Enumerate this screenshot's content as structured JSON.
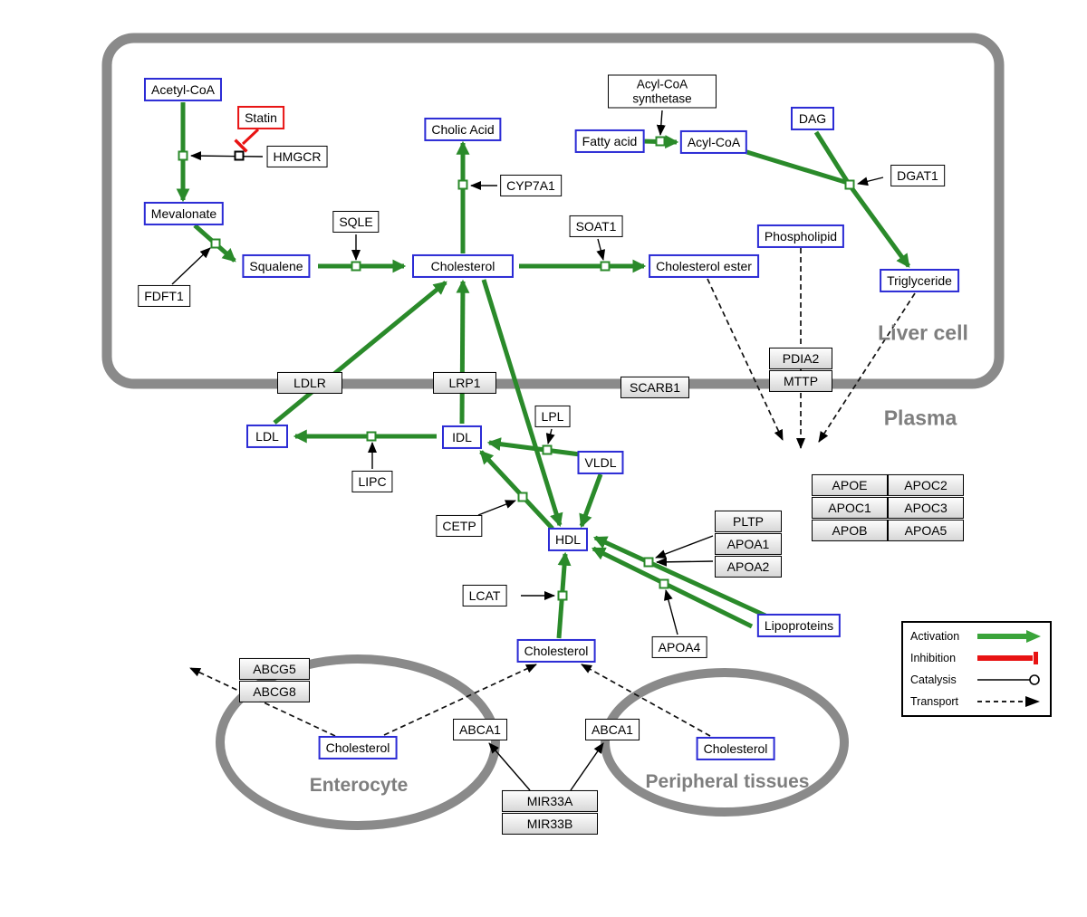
{
  "regions": {
    "liver": "Liver cell",
    "plasma": "Plasma",
    "enterocyte": "Enterocyte",
    "peripheral": "Peripheral tissues"
  },
  "nodes": {
    "acetyl_coa": "Acetyl-CoA",
    "statin": "Statin",
    "hmgcr": "HMGCR",
    "mevalonate": "Mevalonate",
    "fdft1": "FDFT1",
    "squalene": "Squalene",
    "sqle": "SQLE",
    "cholesterol_liver": "Cholesterol",
    "cholic_acid": "Cholic Acid",
    "cyp7a1": "CYP7A1",
    "soat1": "SOAT1",
    "cholesterol_ester": "Cholesterol ester",
    "acyl_coa_synthetase": "Acyl-CoA synthetase",
    "fatty_acid": "Fatty acid",
    "acyl_coa": "Acyl-CoA",
    "dag": "DAG",
    "dgat1": "DGAT1",
    "phospholipid": "Phospholipid",
    "triglyceride": "Triglyceride",
    "ldlr": "LDLR",
    "lrp1": "LRP1",
    "scarb1": "SCARB1",
    "pdia2": "PDIA2",
    "mttp": "MTTP",
    "ldl": "LDL",
    "lipc": "LIPC",
    "idl": "IDL",
    "lpl": "LPL",
    "vldl": "VLDL",
    "cetp": "CETP",
    "hdl": "HDL",
    "lcat": "LCAT",
    "pltp": "PLTP",
    "apoa1": "APOA1",
    "apoa2": "APOA2",
    "apoa4": "APOA4",
    "lipoproteins": "Lipoproteins",
    "cholesterol_plasma": "Cholesterol",
    "apoe": "APOE",
    "apoc2": "APOC2",
    "apoc1": "APOC1",
    "apoc3": "APOC3",
    "apob": "APOB",
    "apoa5": "APOA5",
    "abcg5": "ABCG5",
    "abcg8": "ABCG8",
    "cholesterol_enterocyte": "Cholesterol",
    "abca1_enterocyte": "ABCA1",
    "abca1_peripheral": "ABCA1",
    "cholesterol_peripheral": "Cholesterol",
    "mir33a": "MIR33A",
    "mir33b": "MIR33B"
  },
  "legend": {
    "activation": "Activation",
    "inhibition": "Inhibition",
    "catalysis": "Catalysis",
    "transport": "Transport"
  },
  "colors": {
    "activation": "#2a8a2a",
    "inhibition": "#e81313",
    "transport": "#111111",
    "membrane": "#8a8a8a",
    "metabolite_border": "#2b2bd5"
  }
}
